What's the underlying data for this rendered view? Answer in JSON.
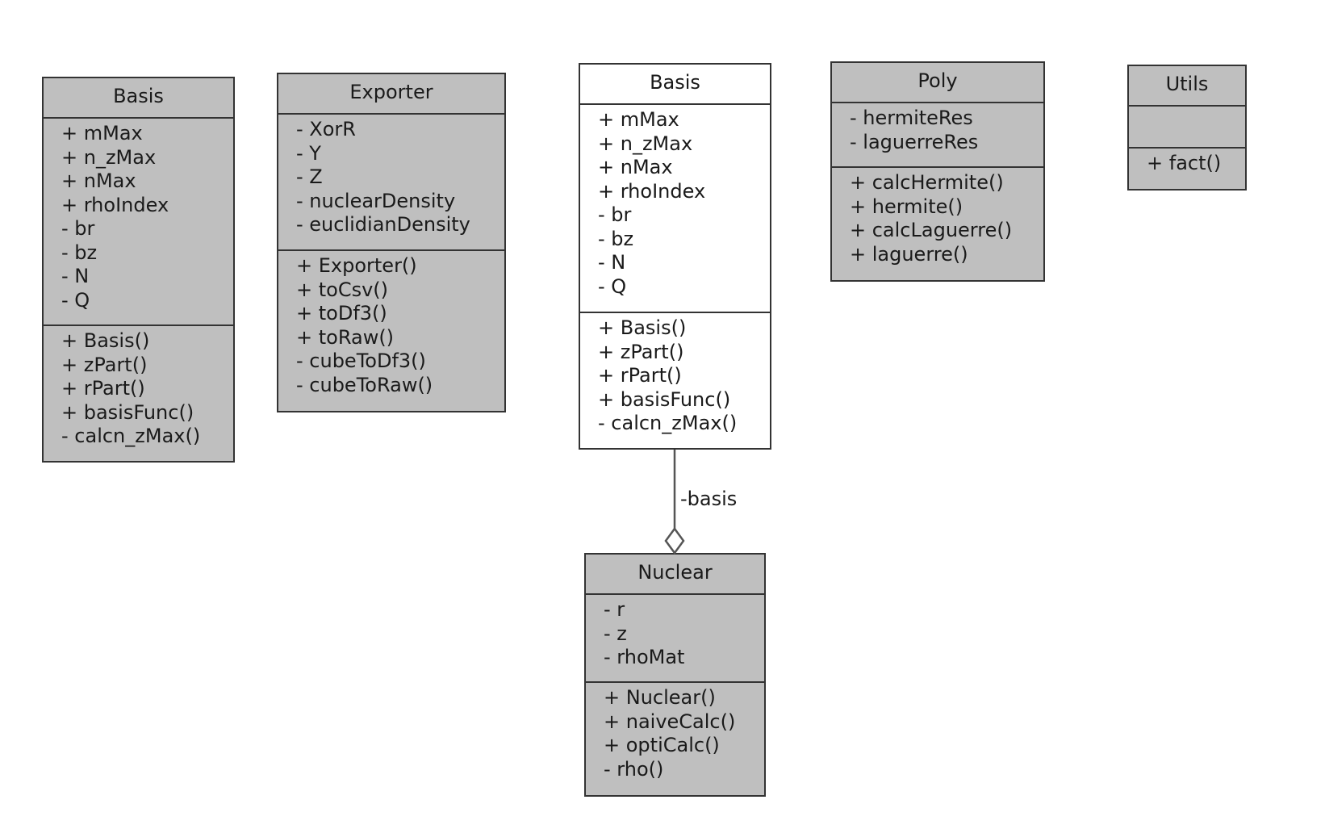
{
  "classes": {
    "basis_gray": {
      "name": "Basis",
      "attributes": [
        "+ mMax",
        "+ n_zMax",
        "+ nMax",
        "+ rhoIndex",
        "- br",
        "- bz",
        "- N",
        "- Q"
      ],
      "methods": [
        "+ Basis()",
        "+ zPart()",
        "+ rPart()",
        "+ basisFunc()",
        "- calcn_zMax()"
      ]
    },
    "exporter": {
      "name": "Exporter",
      "attributes": [
        "- XorR",
        "- Y",
        "- Z",
        "- nuclearDensity",
        "- euclidianDensity"
      ],
      "methods": [
        "+ Exporter()",
        "+ toCsv()",
        "+ toDf3()",
        "+ toRaw()",
        "- cubeToDf3()",
        "- cubeToRaw()"
      ]
    },
    "basis_white": {
      "name": "Basis",
      "attributes": [
        "+ mMax",
        "+ n_zMax",
        "+ nMax",
        "+ rhoIndex",
        "- br",
        "- bz",
        "- N",
        "- Q"
      ],
      "methods": [
        "+ Basis()",
        "+ zPart()",
        "+ rPart()",
        "+ basisFunc()",
        "- calcn_zMax()"
      ]
    },
    "poly": {
      "name": "Poly",
      "attributes": [
        "- hermiteRes",
        "- laguerreRes"
      ],
      "methods": [
        "+ calcHermite()",
        "+ hermite()",
        "+ calcLaguerre()",
        "+ laguerre()"
      ]
    },
    "utils": {
      "name": "Utils",
      "attributes": [],
      "methods": [
        "+ fact()"
      ]
    },
    "nuclear": {
      "name": "Nuclear",
      "attributes": [
        "- r",
        "- z",
        "- rhoMat"
      ],
      "methods": [
        "+ Nuclear()",
        "+ naiveCalc()",
        "+ optiCalc()",
        "- rho()"
      ]
    }
  },
  "relations": [
    {
      "from": "nuclear",
      "to": "basis_white",
      "type": "aggregation",
      "label": "-basis"
    }
  ],
  "colors": {
    "class_fill": "#bfbfbf",
    "highlight_fill": "#ffffff",
    "border": "#333333",
    "connector": "#555555"
  }
}
